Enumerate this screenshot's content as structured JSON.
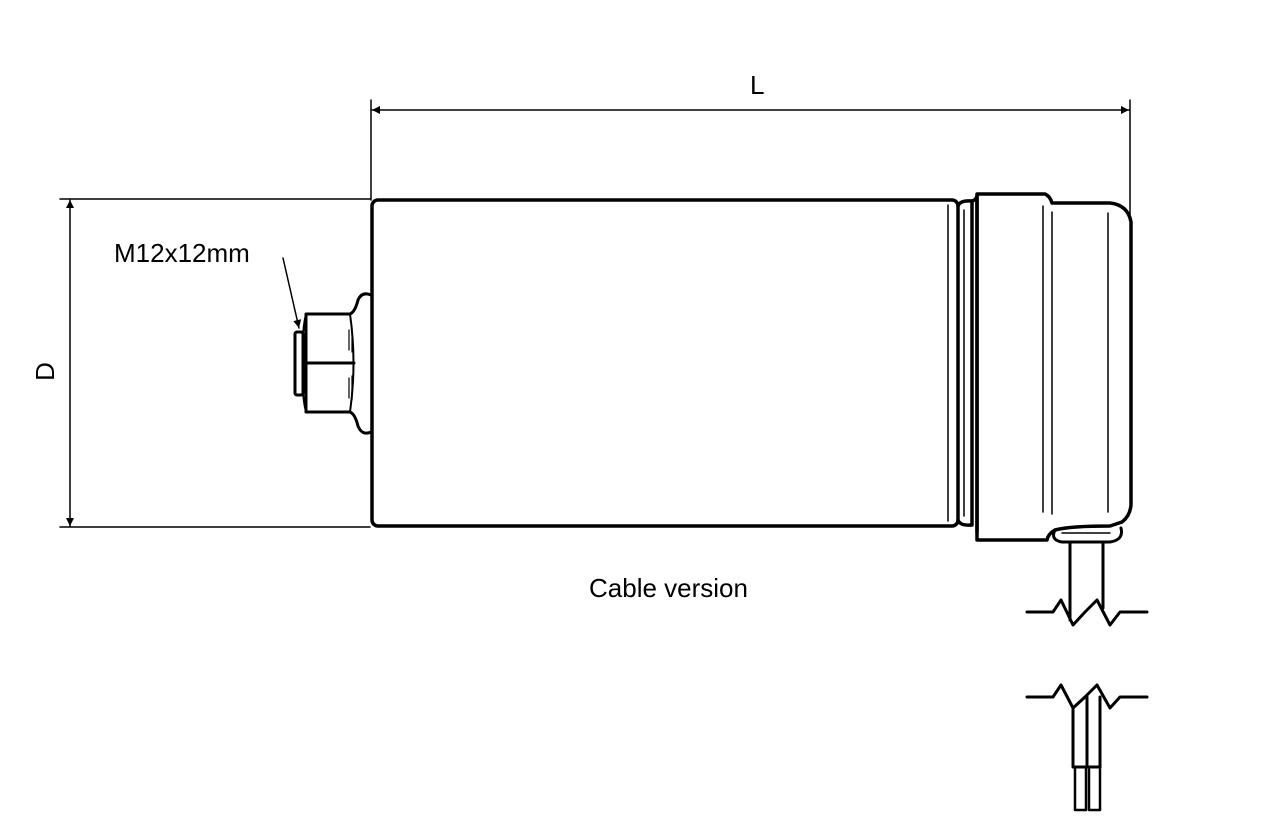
{
  "labels": {
    "length": "L",
    "diameter": "D",
    "thread": "M12x12mm",
    "caption": "Cable version"
  },
  "colors": {
    "line": "#000000",
    "background": "#ffffff"
  }
}
